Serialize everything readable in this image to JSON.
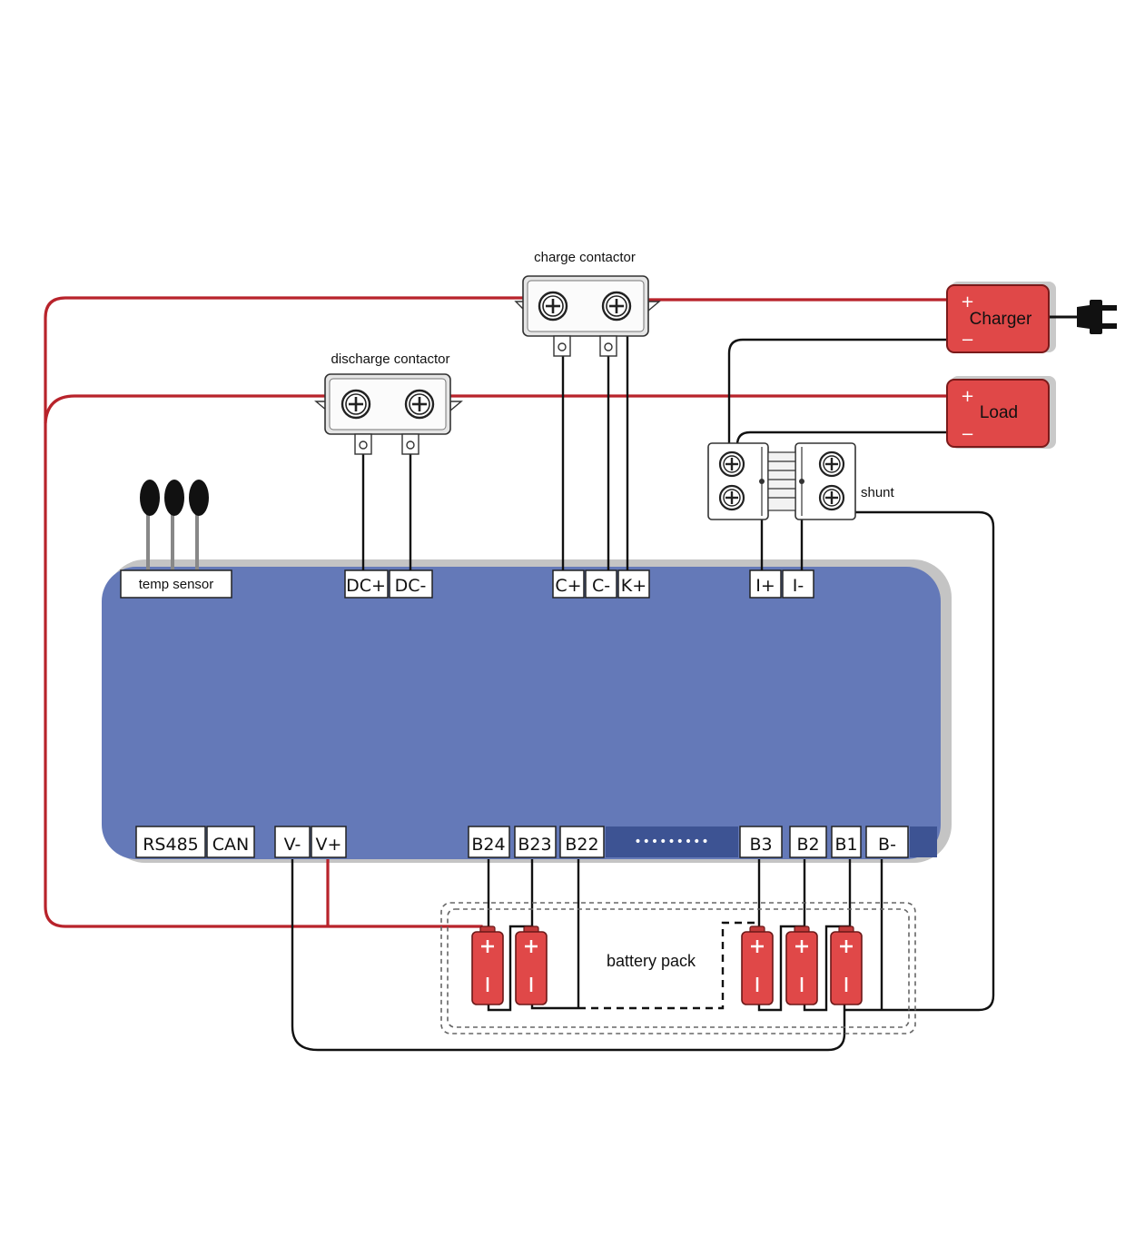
{
  "labels": {
    "charge_contactor": "charge contactor",
    "discharge_contactor": "discharge contactor",
    "shunt": "shunt",
    "temp_sensor": "temp sensor",
    "battery_pack": "battery pack",
    "charger": "Charger",
    "load": "Load",
    "dots": "•••••••••"
  },
  "terminals_top": {
    "dc_plus": "DC+",
    "dc_minus": "DC-",
    "c_plus": "C+",
    "c_minus": "C-",
    "k_plus": "K+",
    "i_plus": "I+",
    "i_minus": "I-"
  },
  "terminals_bottom": {
    "rs485": "RS485",
    "can": "CAN",
    "v_minus": "V-",
    "v_plus": "V+",
    "b24": "B24",
    "b23": "B23",
    "b22": "B22",
    "b3": "B3",
    "b2": "B2",
    "b1": "B1",
    "b_minus": "B-"
  },
  "symbols": {
    "plus": "+",
    "minus": "−"
  },
  "colors": {
    "board": "#6479b8",
    "board_shadow": "#c4c4c4",
    "positive_wire": "#b8232b",
    "negative_wire": "#111111",
    "device_red": "#e04848",
    "cell_red": "#e04848"
  }
}
